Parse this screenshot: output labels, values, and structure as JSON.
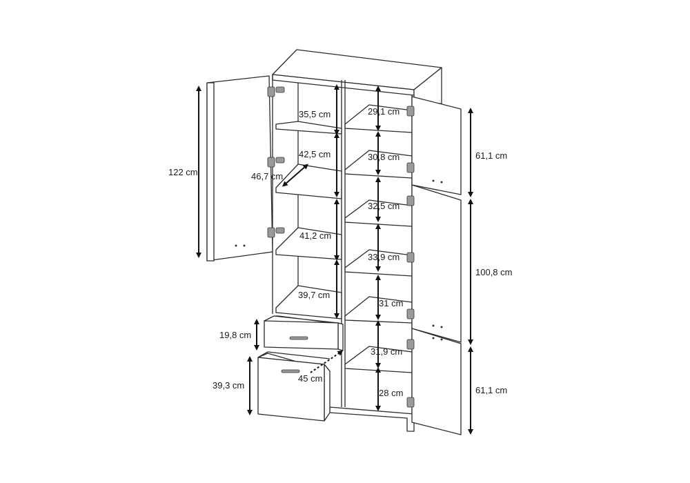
{
  "diagram": {
    "labels": {
      "h_left_door": "122 cm",
      "depth": "46,7 cm",
      "left_sh1": "35,5 cm",
      "left_sh2": "42,5 cm",
      "left_sh3": "41,2 cm",
      "left_sh4": "39,7 cm",
      "drawer1": "19,8 cm",
      "drawer2": "39,3 cm",
      "drawer_depth": "45 cm",
      "right_sh1": "29,1 cm",
      "right_sh2": "30,8 cm",
      "right_sh3": "32,5 cm",
      "right_sh4": "33,9 cm",
      "right_sh5": "31 cm",
      "right_sh6": "31,9 cm",
      "right_sh7": "28 cm",
      "door_top": "61,1 cm",
      "door_mid": "100,8 cm",
      "door_bottom": "61,1 cm"
    }
  }
}
